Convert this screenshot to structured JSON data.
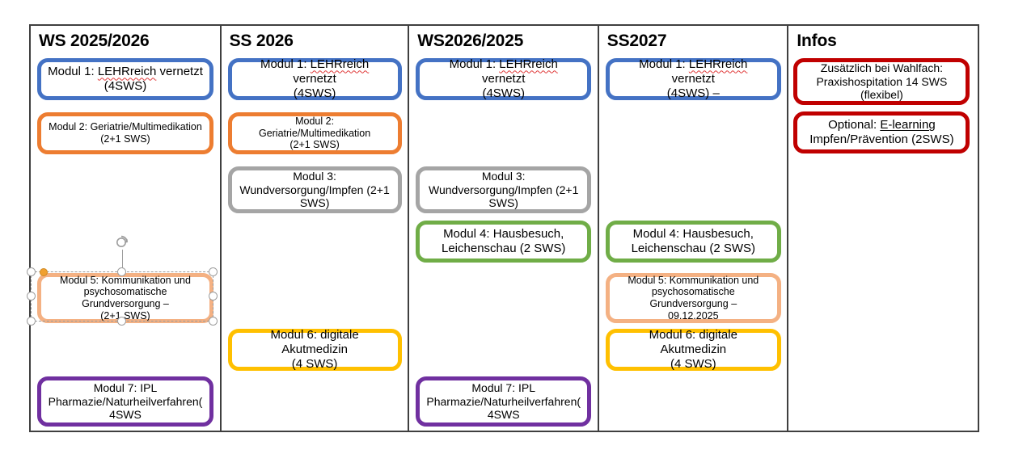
{
  "document": {
    "type": "powerpoint-slide-table",
    "background_color": "#FFFFFF",
    "table_border_color": "#3F3F3F"
  },
  "palette": {
    "blue": "#4472C4",
    "orange": "#ED7D31",
    "gray": "#A5A5A5",
    "green": "#70AD47",
    "yellow": "#FFC000",
    "purple": "#7030A0",
    "peach": "#F4B183",
    "red": "#C00000",
    "text": "#000000",
    "spellcheck_underline": "#E03A3A",
    "selection_handle_fill": "#FFFFFF",
    "selection_handle_border": "#9D9D9D",
    "adjust_handle": "#F0A030"
  },
  "columns": [
    {
      "id": "ws-2025-2026",
      "header": "WS 2025/2026",
      "modules": [
        {
          "id": "c1-modul1",
          "label": "Modul 1: LEHRreich vernetzt\n(4SWS)",
          "line1_pre": "Modul 1: ",
          "line1_misspelled": "LEHRreich",
          "line1_post": " vernetzt",
          "line2": "(4SWS)",
          "color": "blue",
          "font_size": "15"
        },
        {
          "id": "c1-modul2",
          "label": "Modul 2: Geriatrie/Multimedikation\n(2+1 SWS)",
          "color": "orange",
          "font_size": "13"
        },
        {
          "id": "c1-modul5",
          "label": "Modul 5: Kommunikation und\npsychosomatische Grundversorgung –\n(2+1 SWS)",
          "color": "peach",
          "font_size": "13",
          "selected": true
        },
        {
          "id": "c1-modul7",
          "label": "Modul 7: IPL\nPharmazie/Naturheilverfahren(\n4SWS",
          "color": "purple",
          "font_size": "14"
        }
      ]
    },
    {
      "id": "ss-2026",
      "header": "SS 2026",
      "modules": [
        {
          "id": "c2-modul1",
          "label": "Modul 1: LEHRreich vernetzt\n(4SWS)",
          "line1_pre": "Modul 1: ",
          "line1_misspelled": "LEHRreich",
          "line1_post": " vernetzt",
          "line2": "(4SWS)",
          "color": "blue",
          "font_size": "15"
        },
        {
          "id": "c2-modul2",
          "label": "Modul 2: Geriatrie/Multimedikation\n(2+1 SWS)",
          "color": "orange",
          "font_size": "13"
        },
        {
          "id": "c2-modul3",
          "label": "Modul 3:\nWundversorgung/Impfen (2+1\nSWS)",
          "color": "gray",
          "font_size": "14"
        },
        {
          "id": "c2-modul6",
          "label": "Modul 6: digitale Akutmedizin\n(4 SWS)",
          "color": "yellow",
          "font_size": "15"
        }
      ]
    },
    {
      "id": "ws-2026-2025",
      "header": "WS2026/2025",
      "modules": [
        {
          "id": "c3-modul1",
          "label": "Modul 1: LEHRreich vernetzt\n(4SWS)",
          "line1_pre": "Modul 1: ",
          "line1_misspelled": "LEHRreich",
          "line1_post": " vernetzt",
          "line2": "(4SWS)",
          "color": "blue",
          "font_size": "15"
        },
        {
          "id": "c3-modul3",
          "label": "Modul 3:\nWundversorgung/Impfen (2+1\nSWS)",
          "color": "gray",
          "font_size": "14"
        },
        {
          "id": "c3-modul4",
          "label": "Modul 4: Hausbesuch,\nLeichenschau (2 SWS)",
          "color": "green",
          "font_size": "15"
        },
        {
          "id": "c3-modul7",
          "label": "Modul 7: IPL\nPharmazie/Naturheilverfahren(\n4SWS",
          "color": "purple",
          "font_size": "14"
        }
      ]
    },
    {
      "id": "ss-2027",
      "header": "SS2027",
      "modules": [
        {
          "id": "c4-modul1",
          "label": "Modul 1: LEHRreich vernetzt\n(4SWS) –",
          "line1_pre": "Modul 1: ",
          "line1_misspelled": "LEHRreich",
          "line1_post": " vernetzt",
          "line2": "(4SWS) –",
          "color": "blue",
          "font_size": "15"
        },
        {
          "id": "c4-modul4",
          "label": "Modul 4: Hausbesuch,\nLeichenschau (2 SWS)",
          "color": "green",
          "font_size": "15"
        },
        {
          "id": "c4-modul5",
          "label": "Modul 5: Kommunikation und\npsychosomatische Grundversorgung –\n09.12.2025",
          "color": "peach",
          "font_size": "13"
        },
        {
          "id": "c4-modul6",
          "label": "Modul 6: digitale Akutmedizin\n(4 SWS)",
          "color": "yellow",
          "font_size": "15"
        }
      ]
    },
    {
      "id": "infos",
      "header": "Infos",
      "modules": [
        {
          "id": "c5-wahlfach",
          "label": "Zusätzlich bei Wahlfach:\nPraxishospitation 14 SWS\n(flexibel)",
          "color": "red",
          "font_size": "14"
        },
        {
          "id": "c5-optional",
          "label": "Optional: E-learning\nImpfen/Prävention (2SWS)",
          "line1_pre": "Optional: ",
          "line1_misspelled": "E-learning",
          "line1_post": "",
          "line2": "Impfen/Prävention (2SWS)",
          "color": "red",
          "font_size": "15"
        }
      ]
    }
  ],
  "selection": {
    "target_module_id": "c1-modul5",
    "handles": [
      "top-left",
      "top-center",
      "top-right",
      "middle-left",
      "middle-right",
      "bottom-left",
      "bottom-center",
      "bottom-right"
    ],
    "rotate_handle": "rotate-icon",
    "adjust_handle": "adjust-corner-radius-handle"
  }
}
